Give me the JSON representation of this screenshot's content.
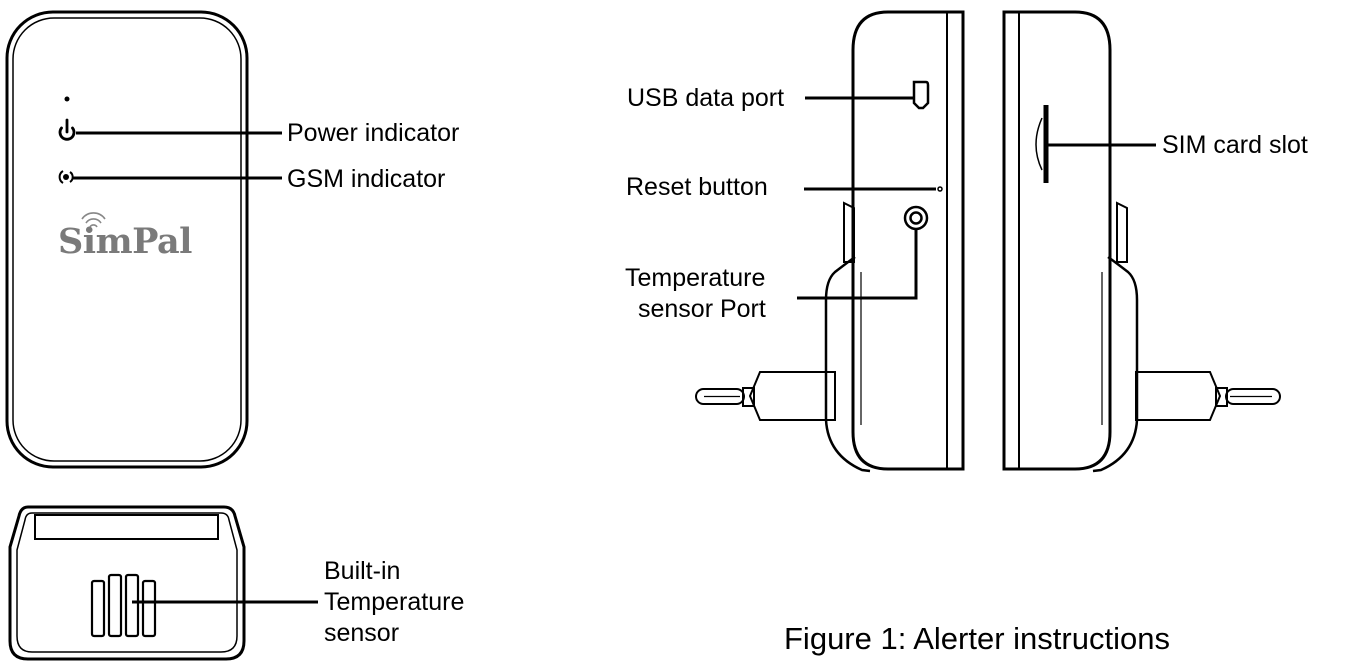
{
  "device": {
    "brand_logo": "SimPal"
  },
  "labels": {
    "power_indicator": "Power indicator",
    "gsm_indicator": "GSM indicator",
    "builtin_sensor_line1": "Built-in",
    "builtin_sensor_line2": "Temperature",
    "builtin_sensor_line3": "sensor",
    "usb_port": "USB data port",
    "reset_button": "Reset button",
    "temp_port_line1": "Temperature",
    "temp_port_line2": "sensor Port",
    "sim_slot": "SIM card slot"
  },
  "caption": "Figure 1: Alerter instructions",
  "icons": {
    "power": "power-icon",
    "gsm": "signal-icon",
    "wifi": "wifi-icon"
  }
}
